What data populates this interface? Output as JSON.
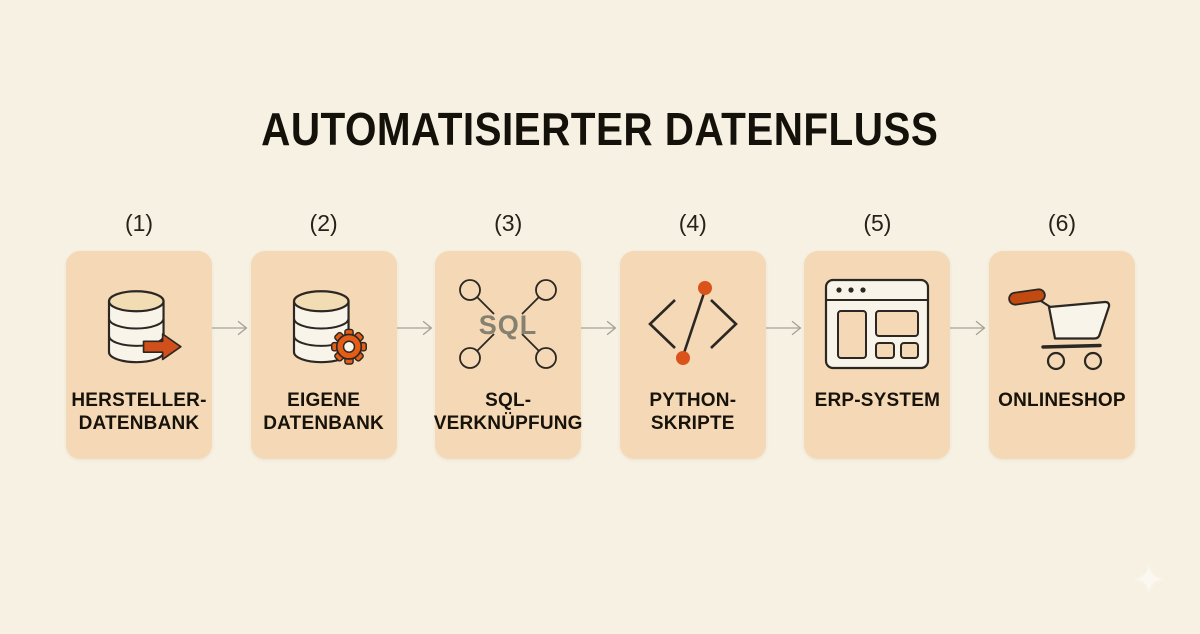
{
  "title": "AUTOMATISIERTER DATENFLUSS",
  "colors": {
    "background": "#f7f1e3",
    "card": "#f5d9b6",
    "accent_orange": "#d9531a",
    "outline_dark": "#2b2722",
    "arrow_gray": "#a5a29a",
    "sql_gray": "#85806f",
    "label_text": "#17130b"
  },
  "sql_icon_label": "SQL",
  "steps": [
    {
      "number": "(1)",
      "label_line1": "HERSTELLER-",
      "label_line2": "DATENBANK",
      "icon": "database-export-icon"
    },
    {
      "number": "(2)",
      "label_line1": "EIGENE",
      "label_line2": "DATENBANK",
      "icon": "database-gear-icon"
    },
    {
      "number": "(3)",
      "label_line1": "SQL-",
      "label_line2": "VERKNÜPFUNG",
      "icon": "sql-network-icon"
    },
    {
      "number": "(4)",
      "label_line1": "PYTHON-",
      "label_line2": "SKRIPTE",
      "icon": "code-slash-icon"
    },
    {
      "number": "(5)",
      "label_line1": "ERP-SYSTEM",
      "label_line2": "",
      "icon": "browser-window-icon"
    },
    {
      "number": "(6)",
      "label_line1": "ONLINESHOP",
      "label_line2": "",
      "icon": "shopping-cart-icon"
    }
  ]
}
